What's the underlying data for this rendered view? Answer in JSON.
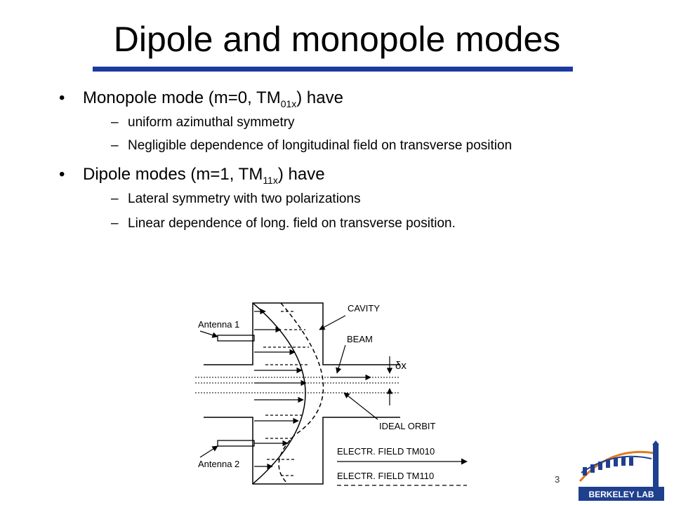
{
  "slide": {
    "title": "Dipole and monopole modes",
    "page_number": "3"
  },
  "bullets": [
    {
      "pre": "Monopole mode (m=0, TM",
      "sub": "01x",
      "post": ") have",
      "subitems": [
        "uniform azimuthal symmetry",
        "Negligible dependence of longitudinal field on transverse position"
      ]
    },
    {
      "pre": "Dipole modes (m=1, TM",
      "sub": "11x",
      "post": ") have",
      "subitems": [
        "Lateral symmetry with two polarizations",
        "Linear dependence of long. field on transverse position."
      ]
    }
  ],
  "figure": {
    "antenna1": "Antenna 1",
    "antenna2": "Antenna 2",
    "cavity": "CAVITY",
    "beam": "BEAM",
    "dx": "δx",
    "ideal_orbit": "IDEAL ORBIT",
    "field_tm010": "ELECTR. FIELD TM010",
    "field_tm110": "ELECTR. FIELD TM110"
  },
  "logo": {
    "text": "BERKELEY LAB",
    "colors": {
      "blue": "#1f3f8f",
      "orange": "#e07a1f"
    }
  },
  "colors": {
    "title_rule": "#1a3aa0"
  }
}
